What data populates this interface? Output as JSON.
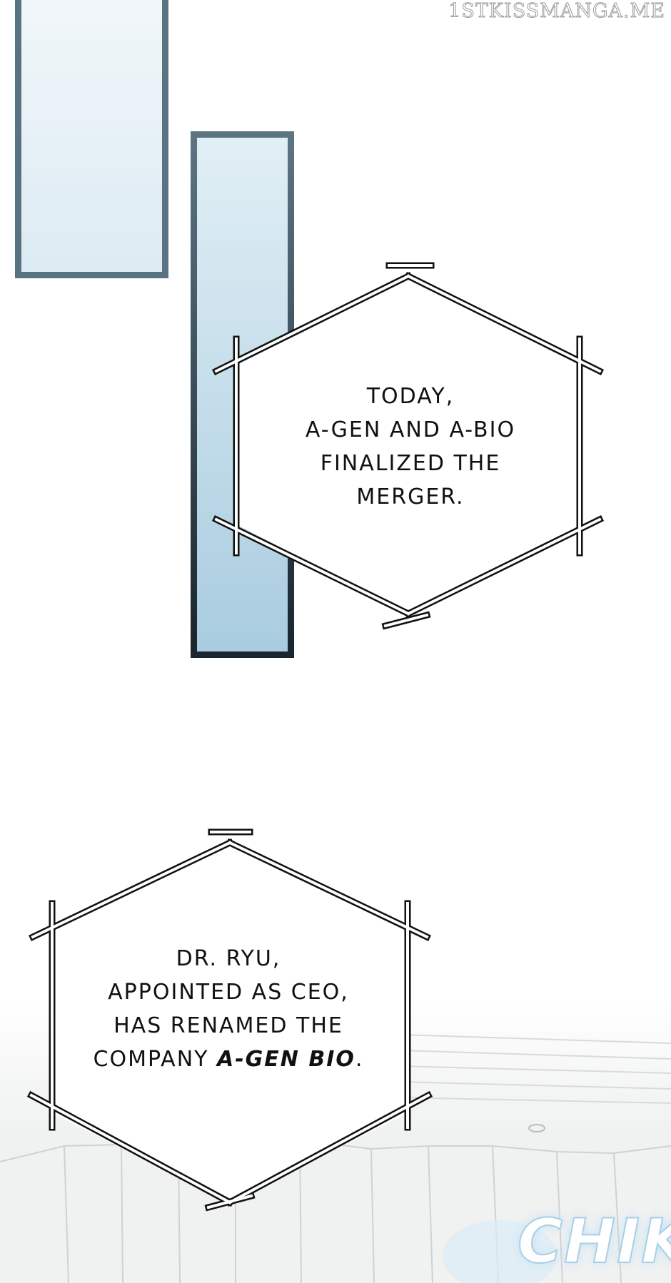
{
  "watermark": "1STKISSMANGA.ME",
  "caption_box_1": {
    "lines": [
      "TODAY,",
      "A-GEN AND A-BIO",
      "FINALIZED THE",
      "MERGER."
    ]
  },
  "caption_box_2": {
    "lines": [
      "DR. RYU,",
      "APPOINTED AS CEO,",
      "HAS RENAMED THE"
    ],
    "last_line_prefix": "COMPANY ",
    "last_line_emphasis": "A-GEN BIO",
    "last_line_suffix": "."
  },
  "sound_effect": "CHIK",
  "colors": {
    "window_frame": "#536878",
    "window_glass": "#c9e1ec",
    "bubble_stroke": "#111111",
    "sfx_glow": "#a9cfe6"
  }
}
